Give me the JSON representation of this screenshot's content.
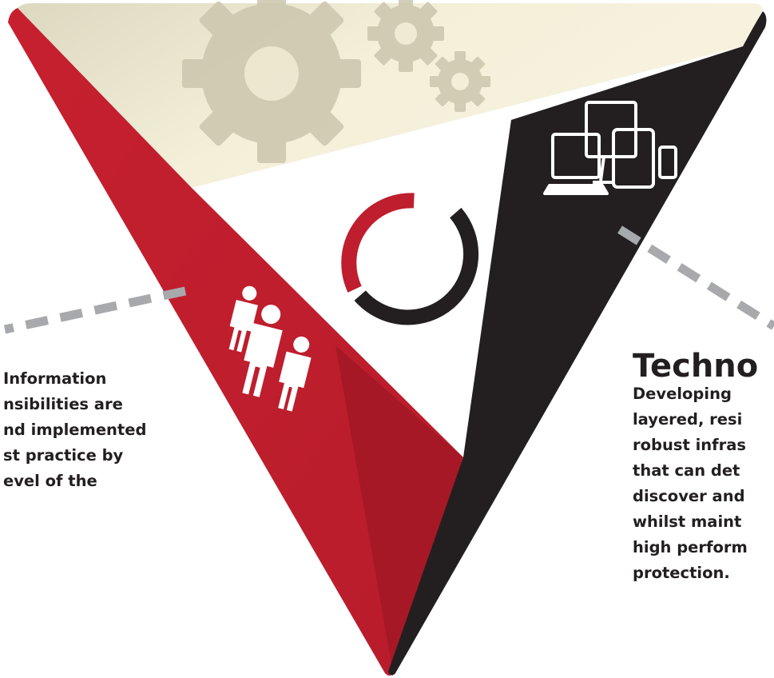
{
  "people_section": {
    "icon": "people-icon",
    "color": "#be1e2d",
    "text_lines": [
      "Information",
      "nsibilities are",
      "nd implemented",
      "st practice by",
      "evel of the"
    ]
  },
  "process_section": {
    "icon": "gears-icon",
    "color": "#f5f0dc"
  },
  "technology_section": {
    "icon": "devices-icon",
    "color": "#231f20",
    "heading": "Techno",
    "text_lines": [
      "Developing",
      "layered, resi",
      "robust infras",
      "that can det",
      "discover and",
      "whilst maint",
      "high perform",
      "protection."
    ]
  },
  "center_ring": {
    "icon": "ring-icon",
    "colors": [
      "#be1e2d",
      "#231f20"
    ]
  }
}
